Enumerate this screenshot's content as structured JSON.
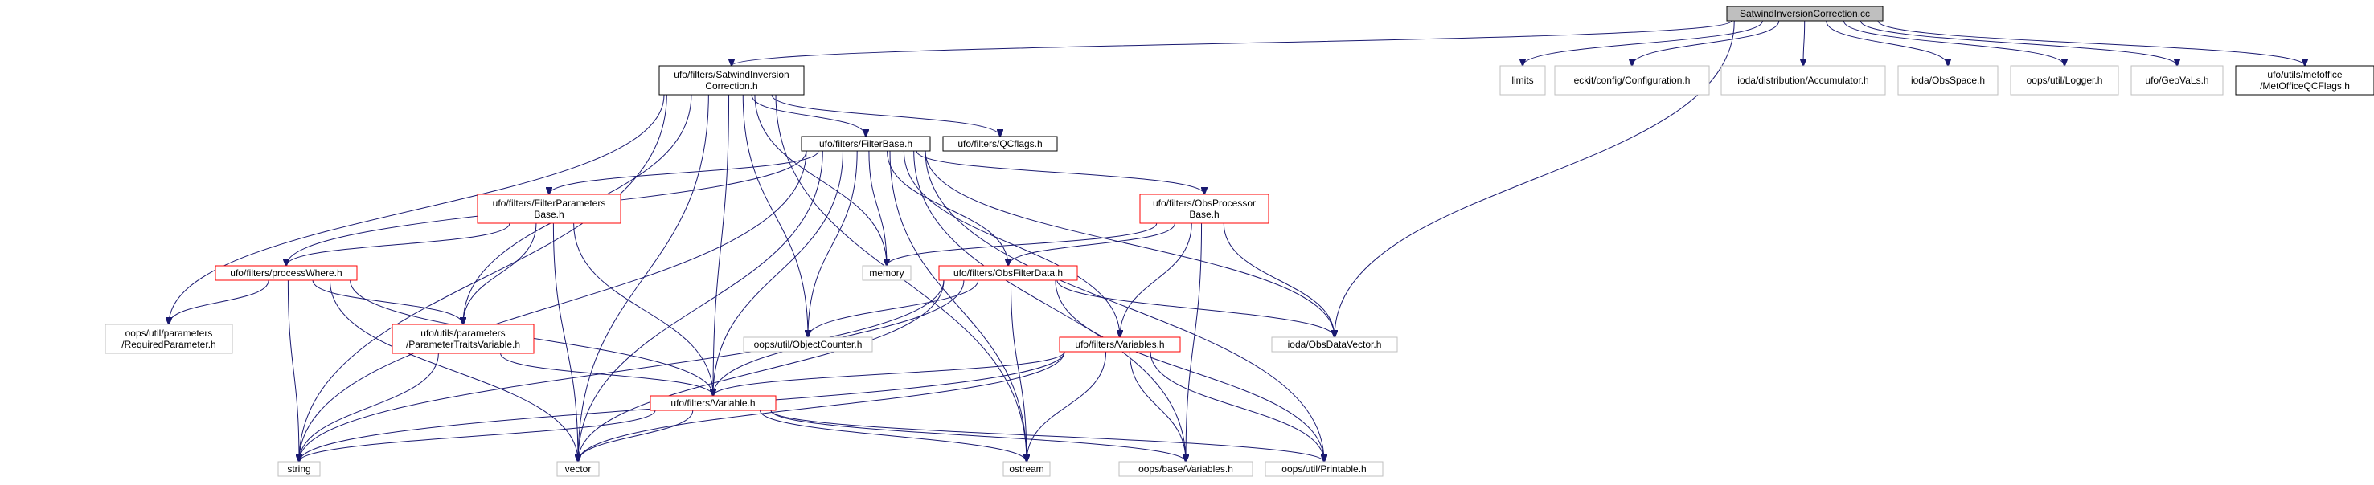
{
  "diagram": {
    "nodes": [
      {
        "id": "root",
        "lines": [
          "SatwindInversionCorrection.cc"
        ],
        "kind": "root"
      },
      {
        "id": "satwind_h",
        "lines": [
          "ufo/filters/SatwindInversion",
          "Correction.h"
        ],
        "kind": "doc"
      },
      {
        "id": "limits",
        "lines": [
          "limits"
        ],
        "kind": "ext"
      },
      {
        "id": "eckit_conf",
        "lines": [
          "eckit/config/Configuration.h"
        ],
        "kind": "ext"
      },
      {
        "id": "ioda_acc",
        "lines": [
          "ioda/distribution/Accumulator.h"
        ],
        "kind": "ext"
      },
      {
        "id": "ioda_obsspace",
        "lines": [
          "ioda/ObsSpace.h"
        ],
        "kind": "ext"
      },
      {
        "id": "oops_logger",
        "lines": [
          "oops/util/Logger.h"
        ],
        "kind": "ext"
      },
      {
        "id": "ufo_geovals",
        "lines": [
          "ufo/GeoVaLs.h"
        ],
        "kind": "ext"
      },
      {
        "id": "metoffice_qc",
        "lines": [
          "ufo/utils/metoffice",
          "/MetOfficeQCFlags.h"
        ],
        "kind": "doc"
      },
      {
        "id": "filterbase",
        "lines": [
          "ufo/filters/FilterBase.h"
        ],
        "kind": "doc"
      },
      {
        "id": "qcflags",
        "lines": [
          "ufo/filters/QCflags.h"
        ],
        "kind": "doc"
      },
      {
        "id": "filterparams",
        "lines": [
          "ufo/filters/FilterParameters",
          "Base.h"
        ],
        "kind": "red"
      },
      {
        "id": "obsprocessor",
        "lines": [
          "ufo/filters/ObsProcessor",
          "Base.h"
        ],
        "kind": "red"
      },
      {
        "id": "processwhere",
        "lines": [
          "ufo/filters/processWhere.h"
        ],
        "kind": "red"
      },
      {
        "id": "memory",
        "lines": [
          "memory"
        ],
        "kind": "ext"
      },
      {
        "id": "obsfilterdata",
        "lines": [
          "ufo/filters/ObsFilterData.h"
        ],
        "kind": "red"
      },
      {
        "id": "reqparam",
        "lines": [
          "oops/util/parameters",
          "/RequiredParameter.h"
        ],
        "kind": "ext"
      },
      {
        "id": "paramtraits",
        "lines": [
          "ufo/utils/parameters",
          "/ParameterTraitsVariable.h"
        ],
        "kind": "red"
      },
      {
        "id": "objcounter",
        "lines": [
          "oops/util/ObjectCounter.h"
        ],
        "kind": "ext"
      },
      {
        "id": "obsdatavector",
        "lines": [
          "ioda/ObsDataVector.h"
        ],
        "kind": "ext"
      },
      {
        "id": "variables_h",
        "lines": [
          "ufo/filters/Variables.h"
        ],
        "kind": "red"
      },
      {
        "id": "variable_h",
        "lines": [
          "ufo/filters/Variable.h"
        ],
        "kind": "red"
      },
      {
        "id": "string",
        "lines": [
          "string"
        ],
        "kind": "ext"
      },
      {
        "id": "vector",
        "lines": [
          "vector"
        ],
        "kind": "ext"
      },
      {
        "id": "ostream",
        "lines": [
          "ostream"
        ],
        "kind": "ext"
      },
      {
        "id": "oops_vars",
        "lines": [
          "oops/base/Variables.h"
        ],
        "kind": "ext"
      },
      {
        "id": "printable",
        "lines": [
          "oops/util/Printable.h"
        ],
        "kind": "ext"
      }
    ],
    "colors": {
      "edge": "#191970",
      "root_fill": "#bfbfbf",
      "doc_border": "#000000",
      "red_border": "#ff0000",
      "ext_border": "#bfbfbf"
    }
  }
}
